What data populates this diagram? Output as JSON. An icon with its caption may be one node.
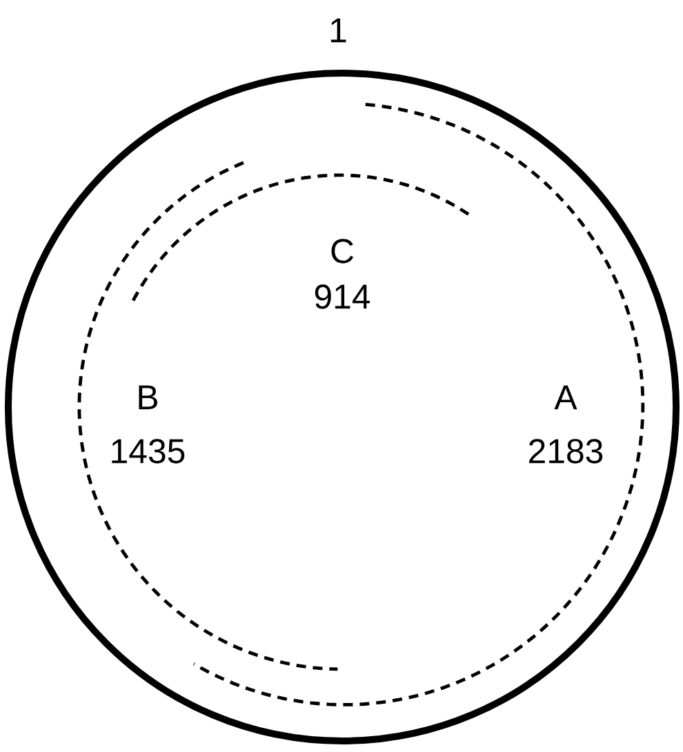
{
  "diagram": {
    "labels": [
      "1",
      "C",
      "914",
      "B",
      "1435",
      "A",
      "2183"
    ]
  }
}
